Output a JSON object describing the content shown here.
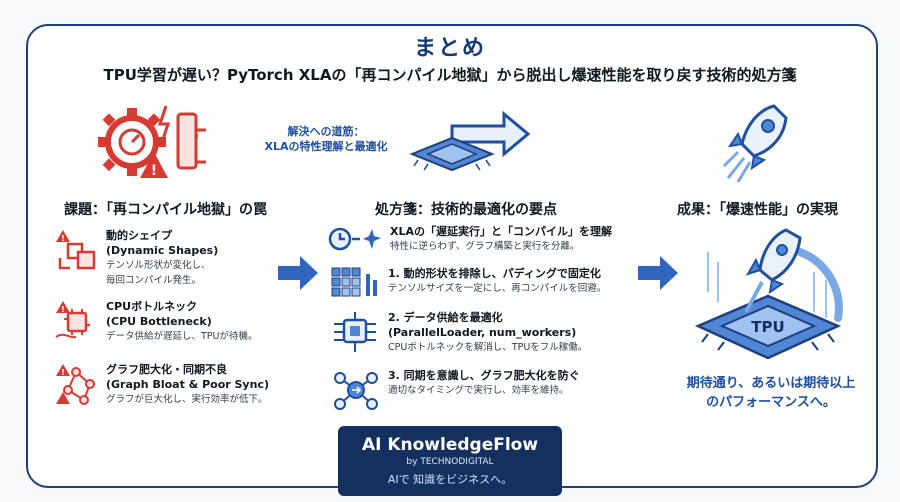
{
  "header": {
    "title": "まとめ",
    "subtitle": "TPU学習が遅い？PyTorch XLAの「再コンパイル地獄」から脱出し爆速性能を取り戻す技術的処方箋"
  },
  "hint": {
    "line1": "解決への道筋：",
    "line2": "XLAの特性理解と最適化"
  },
  "left": {
    "heading": "課題：「再コンパイル地獄」の罠",
    "items": [
      {
        "title": "動的シェイプ",
        "title2": "(Dynamic Shapes)",
        "desc1": "テンソル形状が変化し、",
        "desc2": "毎回コンパイル発生。",
        "icon": "dynamic-shape-icon"
      },
      {
        "title": "CPUボトルネック",
        "title2": "(CPU Bottleneck)",
        "desc1": "データ供給が遅延し、TPUが待機。",
        "desc2": "",
        "icon": "cpu-bottleneck-icon"
      },
      {
        "title": "グラフ肥大化・同期不良",
        "title2": "(Graph Bloat & Poor Sync)",
        "desc1": "グラフが巨大化し、実行効率が低下。",
        "desc2": "",
        "icon": "graph-bloat-icon"
      }
    ]
  },
  "middle": {
    "heading": "処方箋：技術的最適化の要点",
    "items": [
      {
        "title": "XLAの「遅延実行」と「コンパイル」を理解",
        "title2": "",
        "desc1": "特性に逆らわず、グラフ構築と実行を分離。",
        "icon": "clock-spark-icon"
      },
      {
        "title": "1. 動的形状を排除し、パディングで固定化",
        "title2": "",
        "desc1": "テンソルサイズを一定にし、再コンパイルを回避。",
        "icon": "padding-grid-icon"
      },
      {
        "title": "2. データ供給を最適化",
        "title2": "(ParallelLoader, num_workers)",
        "desc1": "CPUボトルネックを解消し、TPUをフル稼働。",
        "icon": "data-feed-chip-icon"
      },
      {
        "title": "3. 同期を意識し、グラフ肥大化を防ぐ",
        "title2": "",
        "desc1": "適切なタイミングで実行し、効率を維持。",
        "icon": "sync-graph-icon"
      }
    ]
  },
  "right": {
    "heading": "成果：「爆速性能」の実現",
    "result1": "期待通り、あるいは期待以上",
    "result2": "のパフォーマンスへ。",
    "chip_label": "TPU"
  },
  "brand": {
    "title": "AI KnowledgeFlow",
    "by": "by TECHNODIGITAL",
    "slogan": "AIで 知識をビジネスへ。"
  },
  "colors": {
    "accent": "#1f4fa0",
    "problem": "#d63a32",
    "frame": "#1f3f7a",
    "brand_bg": "#13305e"
  }
}
